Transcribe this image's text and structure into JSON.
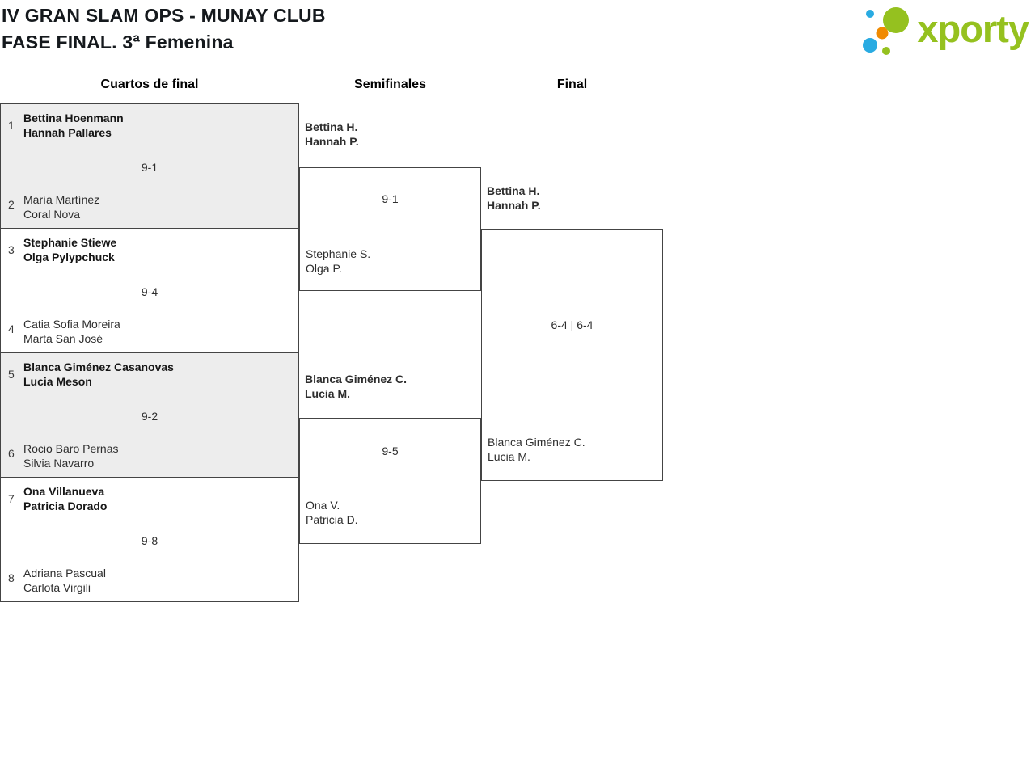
{
  "header": {
    "title_line1": "IV GRAN SLAM OPS - MUNAY CLUB",
    "title_line2": "FASE FINAL. 3ª Femenina",
    "logo_text": "xporty"
  },
  "rounds": {
    "quarterfinals": "Cuartos de final",
    "semifinals": "Semifinales",
    "final": "Final"
  },
  "colors": {
    "brand_green": "#95c11f",
    "dot_blue": "#29abe2",
    "dot_orange": "#f08a00",
    "match_shaded_bg": "#ededed",
    "border": "#444444"
  },
  "bracket": {
    "quarterfinals": [
      {
        "seed_top": "1",
        "seed_bottom": "2",
        "team_top": {
          "line1": "Bettina Hoenmann",
          "line2": "Hannah Pallares",
          "winner": true
        },
        "team_bottom": {
          "line1": "María Martínez",
          "line2": "Coral Nova",
          "winner": false
        },
        "score": "9-1"
      },
      {
        "seed_top": "3",
        "seed_bottom": "4",
        "team_top": {
          "line1": "Stephanie Stiewe",
          "line2": "Olga Pylypchuck",
          "winner": true
        },
        "team_bottom": {
          "line1": "Catia Sofia Moreira",
          "line2": "Marta San José",
          "winner": false
        },
        "score": "9-4"
      },
      {
        "seed_top": "5",
        "seed_bottom": "6",
        "team_top": {
          "line1": "Blanca Giménez Casanovas",
          "line2": "Lucia Meson",
          "winner": true
        },
        "team_bottom": {
          "line1": "Rocio Baro Pernas",
          "line2": "Silvia Navarro",
          "winner": false
        },
        "score": "9-2"
      },
      {
        "seed_top": "7",
        "seed_bottom": "8",
        "team_top": {
          "line1": "Ona Villanueva",
          "line2": "Patricia Dorado",
          "winner": true
        },
        "team_bottom": {
          "line1": "Adriana Pascual",
          "line2": "Carlota Virgili",
          "winner": false
        },
        "score": "9-8"
      }
    ],
    "semifinals": [
      {
        "team_top": {
          "line1": "Bettina H.",
          "line2": "Hannah P.",
          "winner": true
        },
        "team_bottom": {
          "line1": "Stephanie S.",
          "line2": "Olga P.",
          "winner": false
        },
        "score": "9-1"
      },
      {
        "team_top": {
          "line1": "Blanca Giménez C.",
          "line2": "Lucia M.",
          "winner": true
        },
        "team_bottom": {
          "line1": "Ona V.",
          "line2": "Patricia D.",
          "winner": false
        },
        "score": "9-5"
      }
    ],
    "final": {
      "team_top": {
        "line1": "Bettina H.",
        "line2": "Hannah P.",
        "winner": true
      },
      "team_bottom": {
        "line1": "Blanca Giménez C.",
        "line2": "Lucia M.",
        "winner": false
      },
      "score": "6-4 | 6-4"
    }
  }
}
